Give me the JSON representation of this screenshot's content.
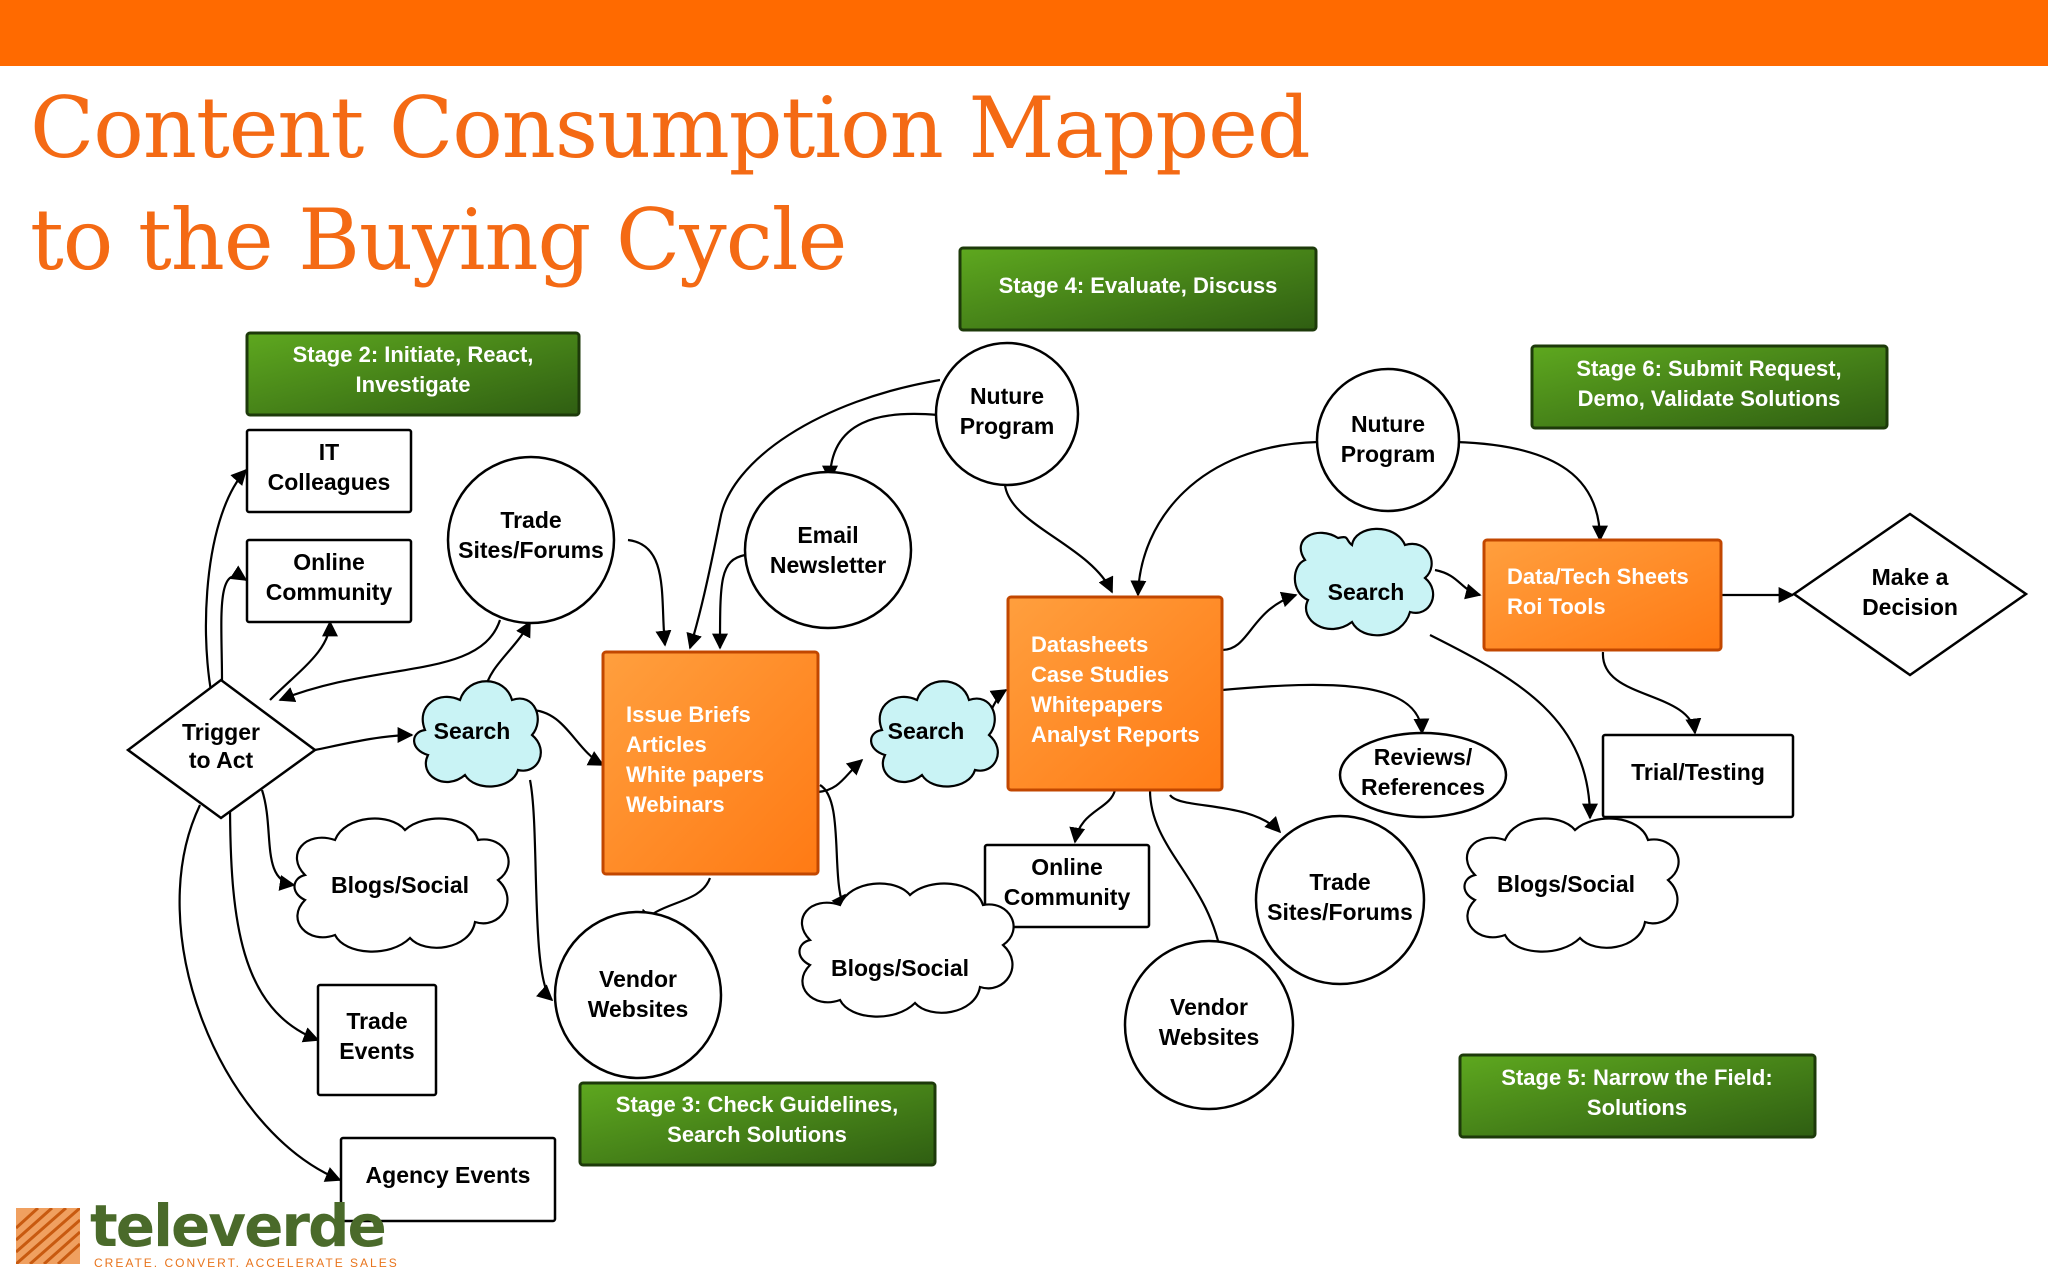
{
  "header": {
    "title_line1": "Content Consumption Mapped",
    "title_line2": "to the Buying Cycle"
  },
  "colors": {
    "accent_bar": "#ff6a00",
    "title": "#f46a14",
    "stage_green": "#3c7d16",
    "process_orange": "#ff8c2a",
    "search_cloud": "#c9f3f5"
  },
  "stages": {
    "stage2": [
      "Stage 2: Initiate, React,",
      "Investigate"
    ],
    "stage3": [
      "Stage 3: Check Guidelines,",
      "Search Solutions"
    ],
    "stage4": [
      "Stage 4: Evaluate, Discuss"
    ],
    "stage5": [
      "Stage 5: Narrow the Field:",
      "Solutions"
    ],
    "stage6": [
      "Stage 6: Submit Request,",
      "Demo, Validate Solutions"
    ]
  },
  "nodes": {
    "it_colleagues": [
      "IT",
      "Colleagues"
    ],
    "online_community_1": [
      "Online",
      "Community"
    ],
    "trade_sites_1": [
      "Trade",
      "Sites/Forums"
    ],
    "email_newsletter": [
      "Email",
      "Newsletter"
    ],
    "nurture_1": [
      "Nuture",
      "Program"
    ],
    "nurture_2": [
      "Nuture",
      "Program"
    ],
    "trigger": [
      "Trigger",
      "to Act"
    ],
    "search_1": [
      "Search"
    ],
    "search_2": [
      "Search"
    ],
    "search_3": [
      "Search"
    ],
    "issue_briefs": [
      "Issue Briefs",
      "Articles",
      "White papers",
      "Webinars"
    ],
    "datasheets": [
      "Datasheets",
      "Case Studies",
      "Whitepapers",
      "Analyst Reports"
    ],
    "data_tech": [
      "Data/Tech Sheets",
      "Roi Tools"
    ],
    "make_decision": [
      "Make a",
      "Decision"
    ],
    "blogs_1": [
      "Blogs/Social"
    ],
    "blogs_2": [
      "Blogs/Social"
    ],
    "blogs_3": [
      "Blogs/Social"
    ],
    "trade_events": [
      "Trade",
      "Events"
    ],
    "agency_events": [
      "Agency Events"
    ],
    "vendor_1": [
      "Vendor",
      "Websites"
    ],
    "vendor_2": [
      "Vendor",
      "Websites"
    ],
    "online_community_2": [
      "Online",
      "Community"
    ],
    "trade_sites_2": [
      "Trade",
      "Sites/Forums"
    ],
    "reviews": [
      "Reviews/",
      "References"
    ],
    "trial": [
      "Trial/Testing"
    ]
  },
  "logo": {
    "wordmark": "televerde",
    "tagline": "CREATE. CONVERT. ACCELERATE SALES",
    "mark_icon": "televerde-logo-icon"
  }
}
